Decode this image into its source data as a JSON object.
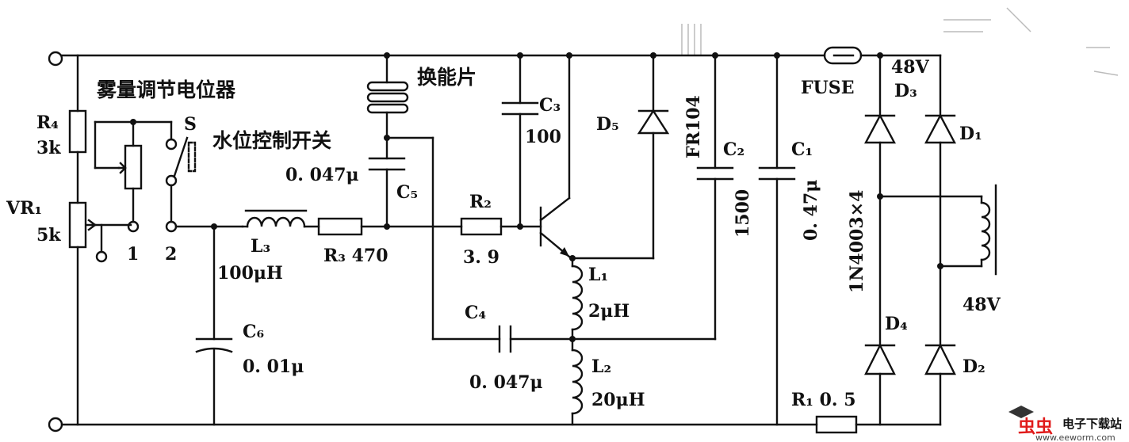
{
  "labels": {
    "r4": "R₄",
    "r4_val": "3k",
    "vr1": "VR₁",
    "vr1_val": "5k",
    "mist_pot": "雾量调节电位器",
    "switch_s": "S",
    "water_switch": "水位控制开关",
    "pin1": "1",
    "pin2": "2",
    "transducer": "换能片",
    "c5_val": "0. 047μ",
    "c5": "C₅",
    "l3": "L₃",
    "l3_val": "100μH",
    "r3_label": "R₃ 470",
    "c6": "C₆",
    "c6_val": "0. 01μ",
    "c3": "C₃",
    "c3_val": "100",
    "r2": "R₂",
    "r2_val": "3. 9",
    "d5": "D₅",
    "fr104": "FR104",
    "c2": "C₂",
    "c2_val": "1500",
    "c1": "C₁",
    "c1_val": "0. 47μ",
    "fuse": "FUSE",
    "v48_top": "48V",
    "d3": "D₃",
    "d1": "D₁",
    "diode_type": "1N4003×4",
    "v48_right": "48V",
    "l1": "L₁",
    "l1_val": "2μH",
    "c4": "C₄",
    "c4_val": "0. 047μ",
    "l2": "L₂",
    "l2_val": "20μH",
    "d4": "D₄",
    "d2": "D₂",
    "r1_label": "R₁ 0. 5"
  },
  "watermark": {
    "brand": "虫虫",
    "text": "电子下载站",
    "url": "www.eeworm.com"
  }
}
